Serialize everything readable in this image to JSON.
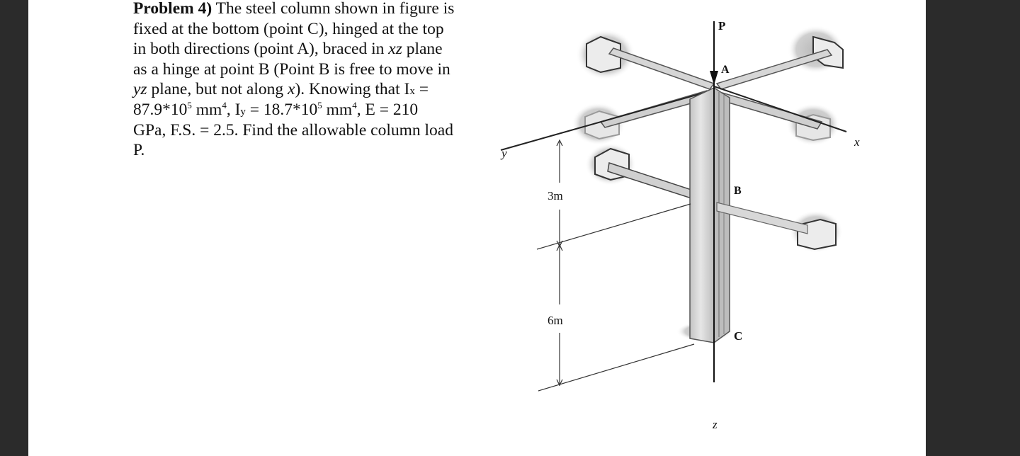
{
  "problem": {
    "title": "Problem 4)",
    "line1": "The steel column shown in figure is",
    "line2": "fixed at the bottom (point C), hinged at the top",
    "line3a": "in both directions (point A), braced in ",
    "line3b": "xz",
    "line3c": " plane",
    "line4": "as a hinge at point B (Point B is free to move in",
    "line5a": "yz",
    "line5b": " plane, but not along ",
    "line5c": "x",
    "line5d": "). Knowing that I",
    "line5e": "x",
    "line5f": " =",
    "line6a": "87.9*10",
    "line6b": "5",
    "line6c": " mm",
    "line6d": "4",
    "line6e": ", I",
    "line6f": "y",
    "line6g": " = 18.7*10",
    "line6h": "5",
    "line6i": " mm",
    "line6j": "4",
    "line6k": ", E = 210",
    "line7": "GPa, F.S. = 2.5. Find the allowable column load",
    "line8": "P."
  },
  "figure": {
    "load_label": "P",
    "point_a": "A",
    "point_b": "B",
    "point_c": "C",
    "axis_x": "x",
    "axis_y": "y",
    "axis_z": "z",
    "dim_upper": "3m",
    "dim_lower": "6m"
  }
}
